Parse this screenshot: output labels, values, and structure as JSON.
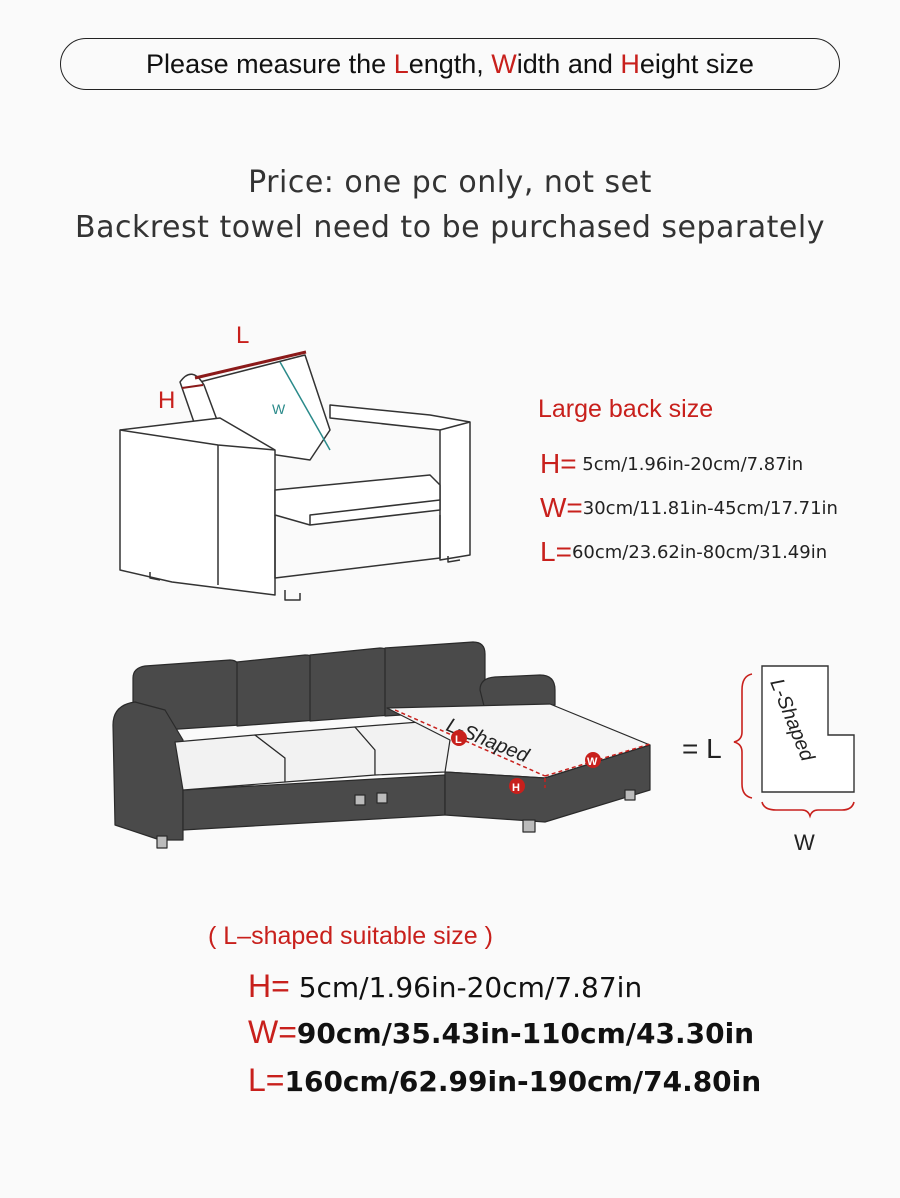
{
  "banner": {
    "pre": "Please measure the ",
    "length_initial": "L",
    "length_rest": "ength, ",
    "width_initial": "W",
    "width_rest": "idth and ",
    "height_initial": "H",
    "height_rest": "eight size"
  },
  "price": {
    "line1": "Price: one pc only, not set",
    "line2": "Backrest towel need to be purchased separately"
  },
  "armchair_diagram": {
    "label_l": "L",
    "label_h": "H",
    "label_w": "W"
  },
  "back_size": {
    "title": "Large back size",
    "rows": [
      {
        "key": "H=",
        "value": " 5cm/1.96in-20cm/7.87in"
      },
      {
        "key": "W=",
        "value": "30cm/11.81in-45cm/17.71in"
      },
      {
        "key": "L=",
        "value": "60cm/23.62in-80cm/31.49in"
      }
    ]
  },
  "sofa_diagram": {
    "chaise_label": "L-Shaped",
    "marker_l": "L",
    "marker_w": "W",
    "marker_h": "H",
    "equals_l": "= L",
    "shape_label": "L-Shaped",
    "shape_w": "W"
  },
  "l_shaped_size": {
    "title": "( L–shaped suitable size )",
    "rows": [
      {
        "key": "H=",
        "value": " 5cm/1.96in-20cm/7.87in"
      },
      {
        "key": "W=",
        "value": "90cm/35.43in-110cm/43.30in"
      },
      {
        "key": "L=",
        "value": "160cm/62.99in-190cm/74.80in"
      }
    ]
  },
  "colors": {
    "accent": "#c8201c",
    "sofa": "#4a4a4a",
    "teal": "#2a8a8a"
  }
}
